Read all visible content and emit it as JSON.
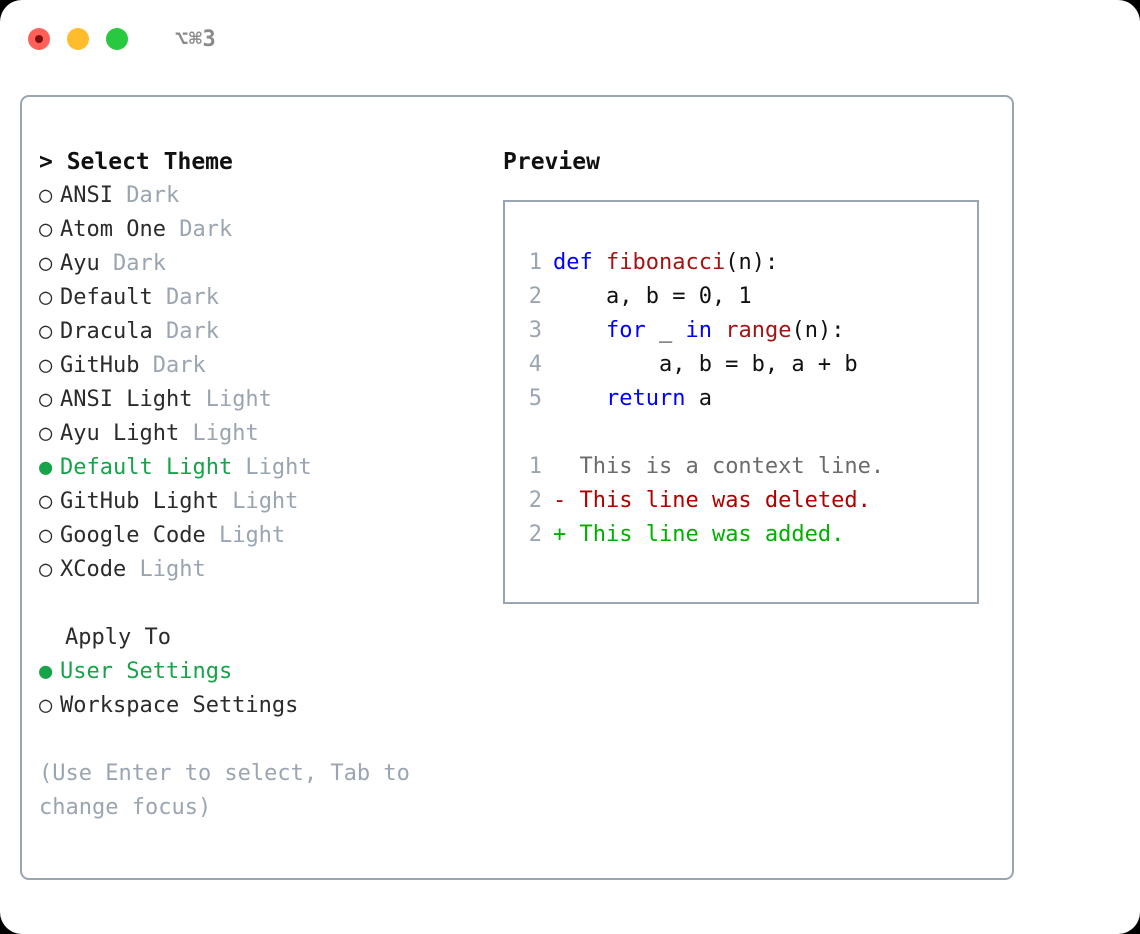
{
  "window": {
    "shortcut_label": "⌥⌘3",
    "traffic_lights": [
      "close-red",
      "minimize-amber",
      "maximize-green"
    ]
  },
  "left": {
    "header": "> Select Theme",
    "themes": [
      {
        "bullet": "○",
        "name": "ANSI",
        "variant": "Dark",
        "selected": false
      },
      {
        "bullet": "○",
        "name": "Atom One",
        "variant": "Dark",
        "selected": false
      },
      {
        "bullet": "○",
        "name": "Ayu",
        "variant": "Dark",
        "selected": false
      },
      {
        "bullet": "○",
        "name": "Default",
        "variant": "Dark",
        "selected": false
      },
      {
        "bullet": "○",
        "name": "Dracula",
        "variant": "Dark",
        "selected": false
      },
      {
        "bullet": "○",
        "name": "GitHub",
        "variant": "Dark",
        "selected": false
      },
      {
        "bullet": "○",
        "name": "ANSI Light",
        "variant": "Light",
        "selected": false
      },
      {
        "bullet": "○",
        "name": "Ayu Light",
        "variant": "Light",
        "selected": false
      },
      {
        "bullet": "●",
        "name": "Default Light",
        "variant": "Light",
        "selected": true
      },
      {
        "bullet": "○",
        "name": "GitHub Light",
        "variant": "Light",
        "selected": false
      },
      {
        "bullet": "○",
        "name": "Google Code",
        "variant": "Light",
        "selected": false
      },
      {
        "bullet": "○",
        "name": "XCode",
        "variant": "Light",
        "selected": false
      }
    ],
    "apply_to_header": "Apply To",
    "apply_to_options": [
      {
        "bullet": "●",
        "name": "User Settings",
        "selected": true
      },
      {
        "bullet": "○",
        "name": "Workspace Settings",
        "selected": false
      }
    ],
    "hint": "(Use Enter to select, Tab to change focus)"
  },
  "right": {
    "title": "Preview",
    "code_lines": [
      {
        "num": "1",
        "tokens": [
          {
            "t": "def ",
            "c": "kw"
          },
          {
            "t": "fibonacci",
            "c": "fn"
          },
          {
            "t": "(n):",
            "c": "plain"
          }
        ]
      },
      {
        "num": "2",
        "tokens": [
          {
            "t": "    a, b = 0, 1",
            "c": "plain"
          }
        ]
      },
      {
        "num": "3",
        "tokens": [
          {
            "t": "    ",
            "c": "plain"
          },
          {
            "t": "for",
            "c": "kw"
          },
          {
            "t": " _ ",
            "c": "plain"
          },
          {
            "t": "in",
            "c": "kw"
          },
          {
            "t": " ",
            "c": "plain"
          },
          {
            "t": "range",
            "c": "fn"
          },
          {
            "t": "(n):",
            "c": "plain"
          }
        ]
      },
      {
        "num": "4",
        "tokens": [
          {
            "t": "        a, b = b, a + b",
            "c": "plain"
          }
        ]
      },
      {
        "num": "5",
        "tokens": [
          {
            "t": "    ",
            "c": "plain"
          },
          {
            "t": "return",
            "c": "kw"
          },
          {
            "t": " a",
            "c": "plain"
          }
        ]
      }
    ],
    "diff_lines": [
      {
        "num": "1",
        "marker": " ",
        "text": " This is a context line.",
        "kind": "diff-ctx"
      },
      {
        "num": "2",
        "marker": "-",
        "text": " This line was deleted.",
        "kind": "diff-del"
      },
      {
        "num": "2",
        "marker": "+",
        "text": " This line was added.",
        "kind": "diff-add"
      }
    ]
  },
  "colors": {
    "accent_green": "#16a34a",
    "muted": "#9aa5b1",
    "keyword_blue": "#0000ff",
    "function_red": "#a31515",
    "diff_added": "#00b000",
    "diff_deleted": "#b00000",
    "border": "#9aa5b1"
  }
}
